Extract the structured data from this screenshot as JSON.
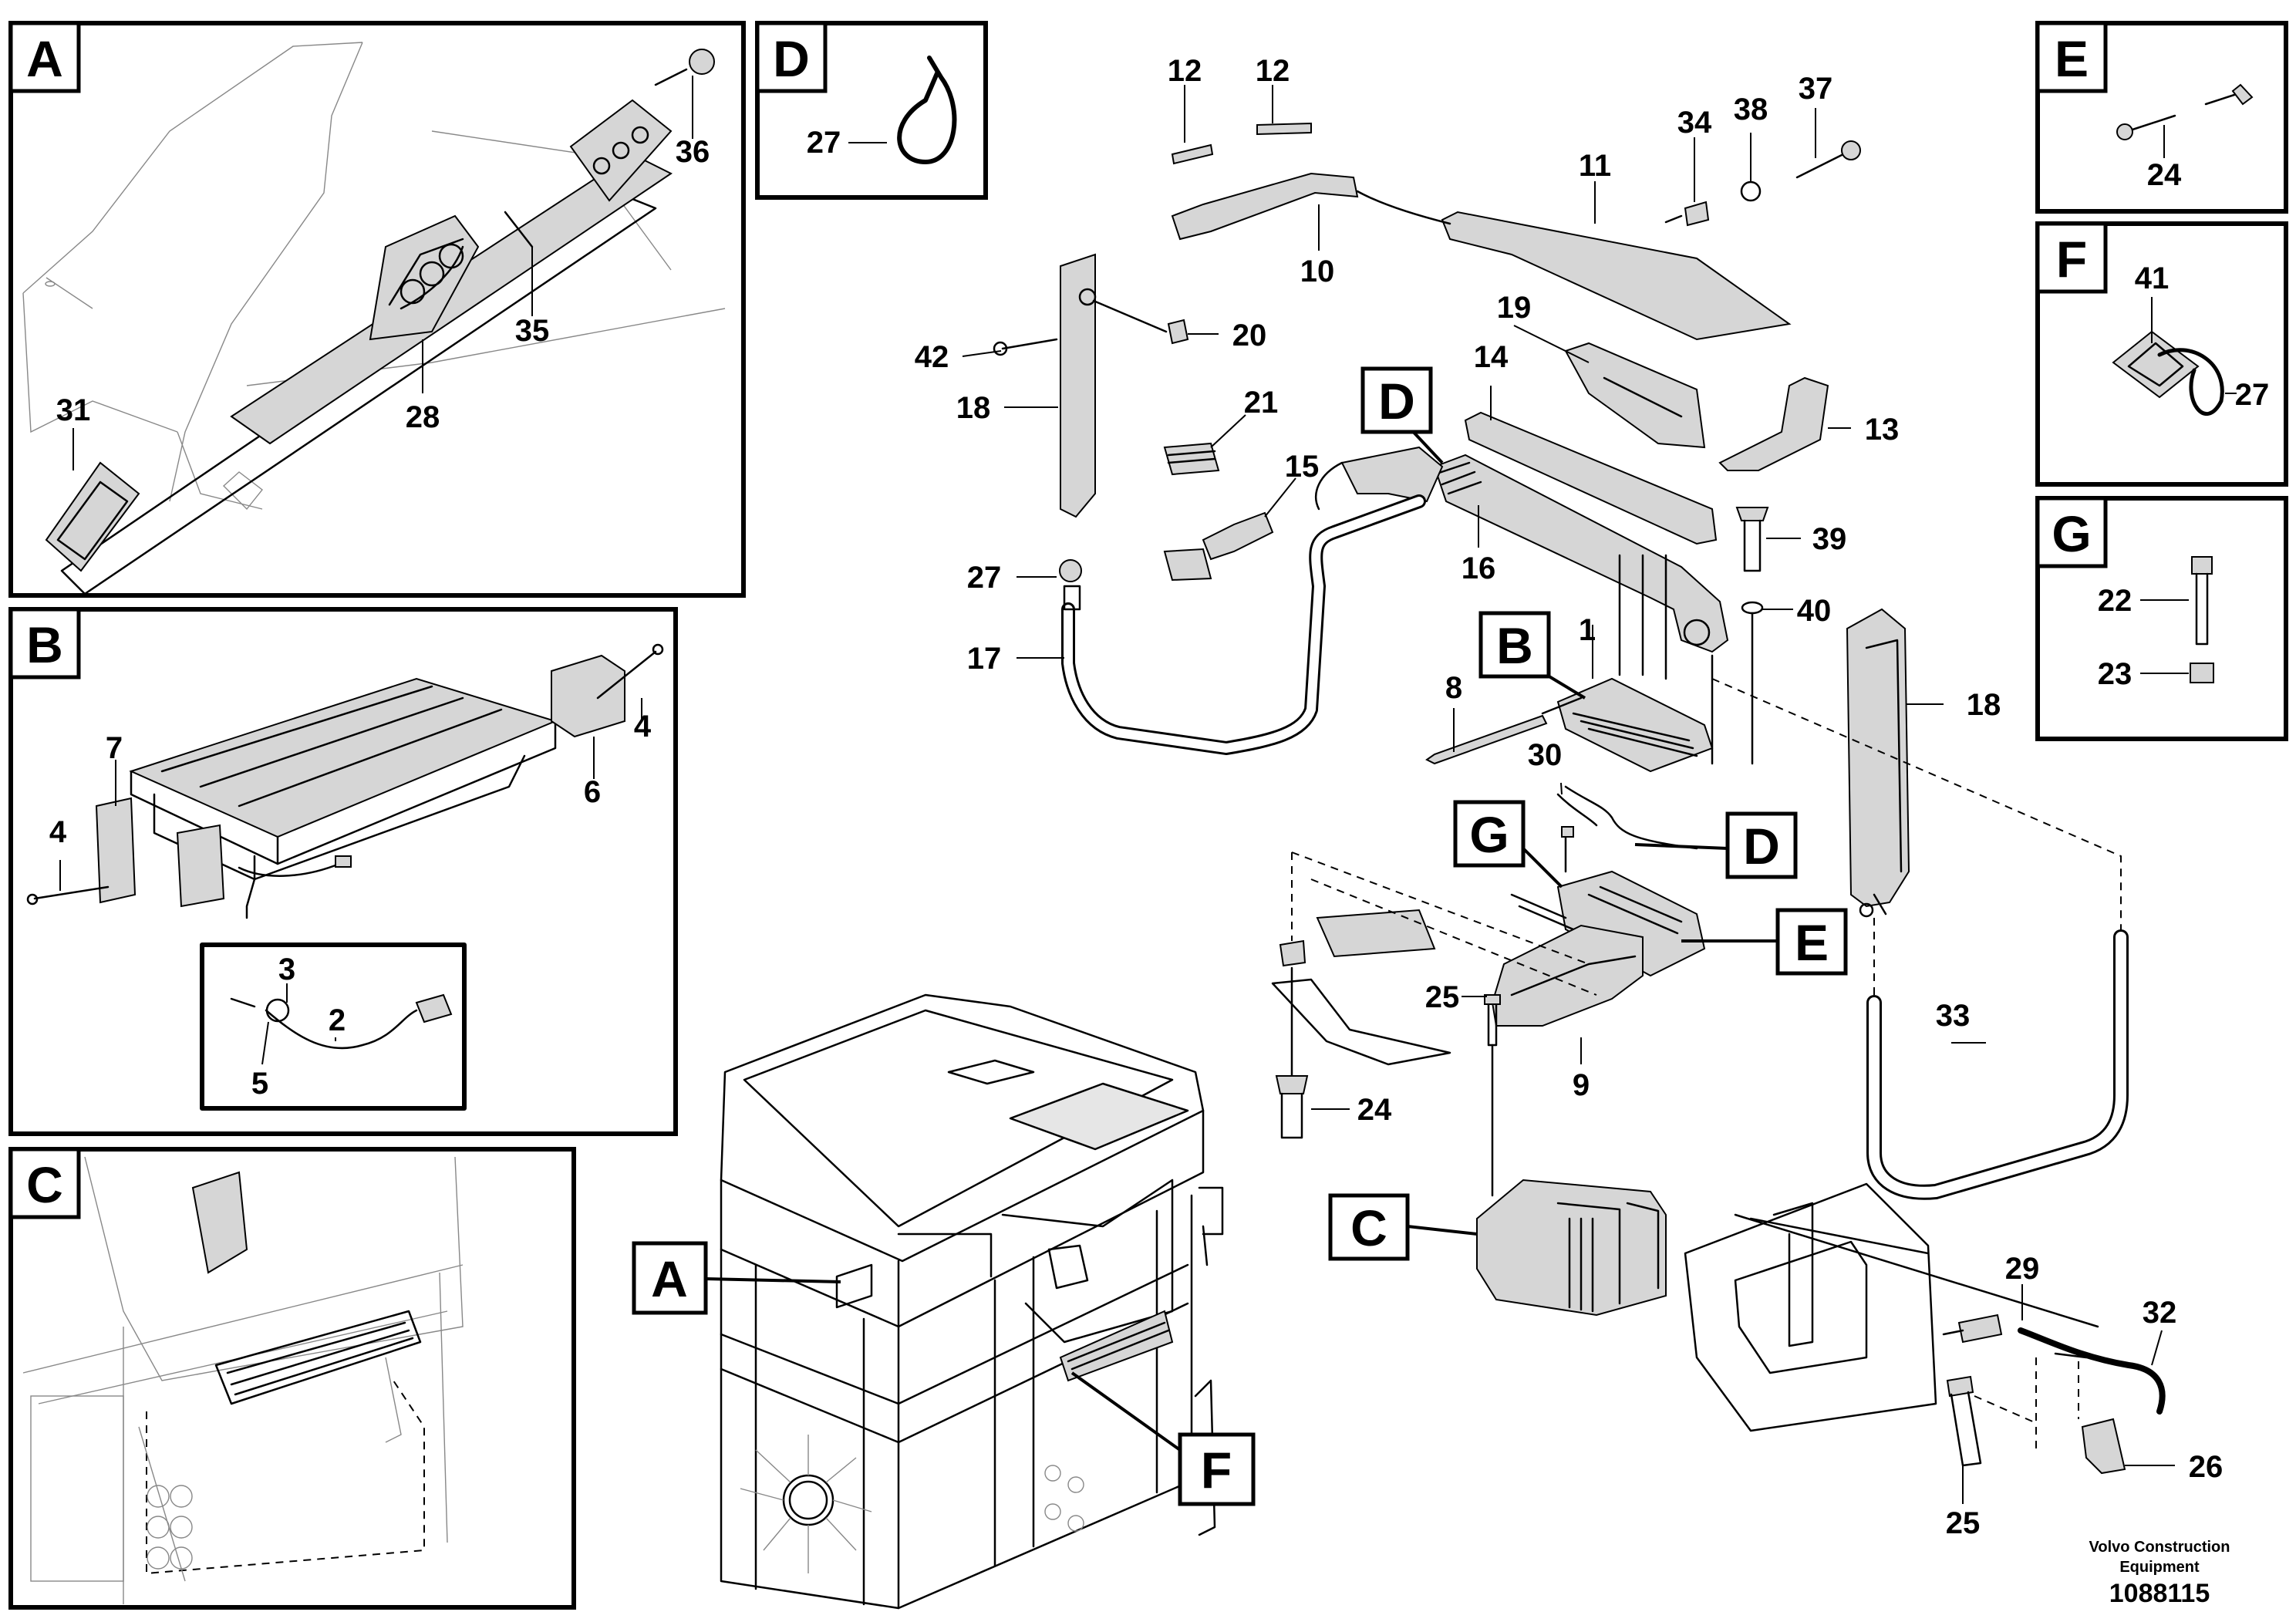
{
  "detail_views": {
    "A": {
      "letter": "A",
      "parts": [
        "36",
        "35",
        "28",
        "31"
      ]
    },
    "B": {
      "letter": "B",
      "parts": [
        "4",
        "7",
        "4",
        "6",
        "3",
        "2",
        "5"
      ]
    },
    "C": {
      "letter": "C"
    },
    "D": {
      "letter": "D",
      "parts": [
        "27"
      ]
    },
    "E": {
      "letter": "E",
      "parts": [
        "24"
      ]
    },
    "F": {
      "letter": "F",
      "parts": [
        "41",
        "27"
      ]
    },
    "G": {
      "letter": "G",
      "parts": [
        "22",
        "23"
      ]
    }
  },
  "callouts": {
    "A": "A",
    "B": "B",
    "C": "C",
    "D1": "D",
    "D2": "D",
    "E": "E",
    "F": "F",
    "G": "G"
  },
  "labels": {
    "p12a": "12",
    "p12b": "12",
    "p10": "10",
    "p11": "11",
    "p34": "34",
    "p38": "38",
    "p37": "37",
    "p19": "19",
    "p13": "13",
    "p14": "14",
    "p16": "16",
    "p42": "42",
    "p20": "20",
    "p18a": "18",
    "p21": "21",
    "p15": "15",
    "p27": "27",
    "p17": "17",
    "p39": "39",
    "p40": "40",
    "p1": "1",
    "p8": "8",
    "p30": "30",
    "p18b": "18",
    "p25a": "25",
    "p24": "24",
    "p9": "9",
    "p33": "33",
    "p29": "29",
    "p32": "32",
    "p25b": "25",
    "p26": "26"
  },
  "footer": {
    "line1": "Volvo Construction",
    "line2": "Equipment",
    "drawing_number": "1088115"
  }
}
